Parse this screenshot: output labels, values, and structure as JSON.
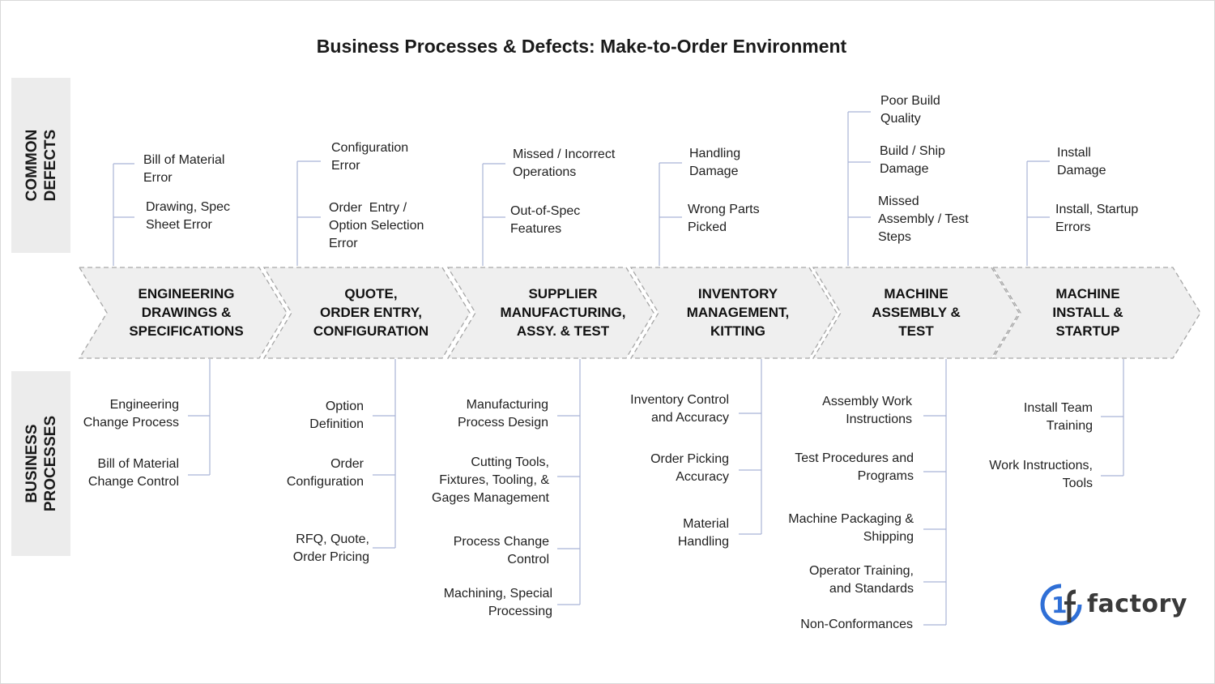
{
  "title": "Business Processes & Defects: Make-to-Order Environment",
  "side_labels": {
    "defects": "COMMON\nDEFECTS",
    "processes": "BUSINESS\nPROCESSES"
  },
  "stages": [
    {
      "label": "ENGINEERING\nDRAWINGS &\nSPECIFICATIONS",
      "defects": [
        "Bill of Material\nError",
        "Drawing, Spec\nSheet Error"
      ],
      "processes": [
        "Engineering\nChange Process",
        "Bill of Material\nChange Control"
      ]
    },
    {
      "label": "QUOTE,\nORDER ENTRY,\nCONFIGURATION",
      "defects": [
        "Configuration\nError",
        "Order  Entry /\nOption Selection\nError"
      ],
      "processes": [
        "Option\nDefinition",
        "Order\nConfiguration",
        "RFQ, Quote,\nOrder Pricing"
      ]
    },
    {
      "label": "SUPPLIER\nMANUFACTURING,\nASSY. & TEST",
      "defects": [
        "Missed / Incorrect\nOperations",
        "Out-of-Spec\nFeatures"
      ],
      "processes": [
        "Manufacturing\nProcess Design",
        "Cutting Tools,\nFixtures, Tooling, &\nGages Management",
        "Process Change\nControl",
        "Machining, Special\nProcessing"
      ]
    },
    {
      "label": "INVENTORY\nMANAGEMENT,\nKITTING",
      "defects": [
        "Handling\nDamage",
        "Wrong Parts\nPicked"
      ],
      "processes": [
        "Inventory Control\nand Accuracy",
        "Order Picking\nAccuracy",
        "Material\nHandling"
      ]
    },
    {
      "label": "MACHINE\nASSEMBLY &\nTEST",
      "defects": [
        "Poor Build\nQuality",
        "Build / Ship\nDamage",
        "Missed\nAssembly / Test\nSteps"
      ],
      "processes": [
        "Assembly Work\nInstructions",
        "Test Procedures and\nPrograms",
        "Machine Packaging &\nShipping",
        "Operator Training,\nand Standards",
        "Non-Conformances"
      ]
    },
    {
      "label": "MACHINE\nINSTALL &\nSTARTUP",
      "defects": [
        "Install\nDamage",
        "Install, Startup\nErrors"
      ],
      "processes": [
        "Install Team\nTraining",
        "Work Instructions,\nTools"
      ]
    }
  ],
  "logo": {
    "text": "factory",
    "digit": "1",
    "colors": {
      "ring": "#2f6fd6",
      "text": "#3a3a3a"
    }
  },
  "colors": {
    "chevron_fill": "#efefef",
    "chevron_stroke": "#a6a6a6",
    "connector": "#a9b3d6",
    "side_box": "#ececec"
  }
}
